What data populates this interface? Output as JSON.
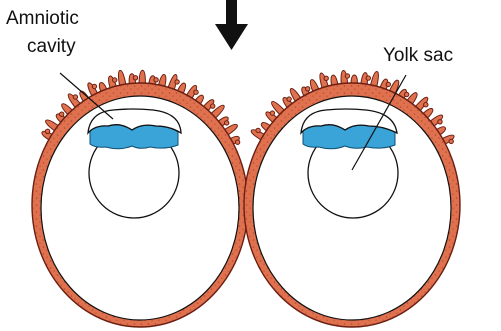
{
  "labels": {
    "amniotic_line1": "Amniotic",
    "amniotic_line2": "cavity",
    "yolk_sac": "Yolk sac"
  },
  "colors": {
    "trophoblast": "#e0714f",
    "trophoblast_edge": "#6a1f12",
    "embryonic_disc": "#3aa3d8",
    "outline": "#111111",
    "background": "#ffffff"
  },
  "icons": [
    "down-arrow-icon"
  ]
}
